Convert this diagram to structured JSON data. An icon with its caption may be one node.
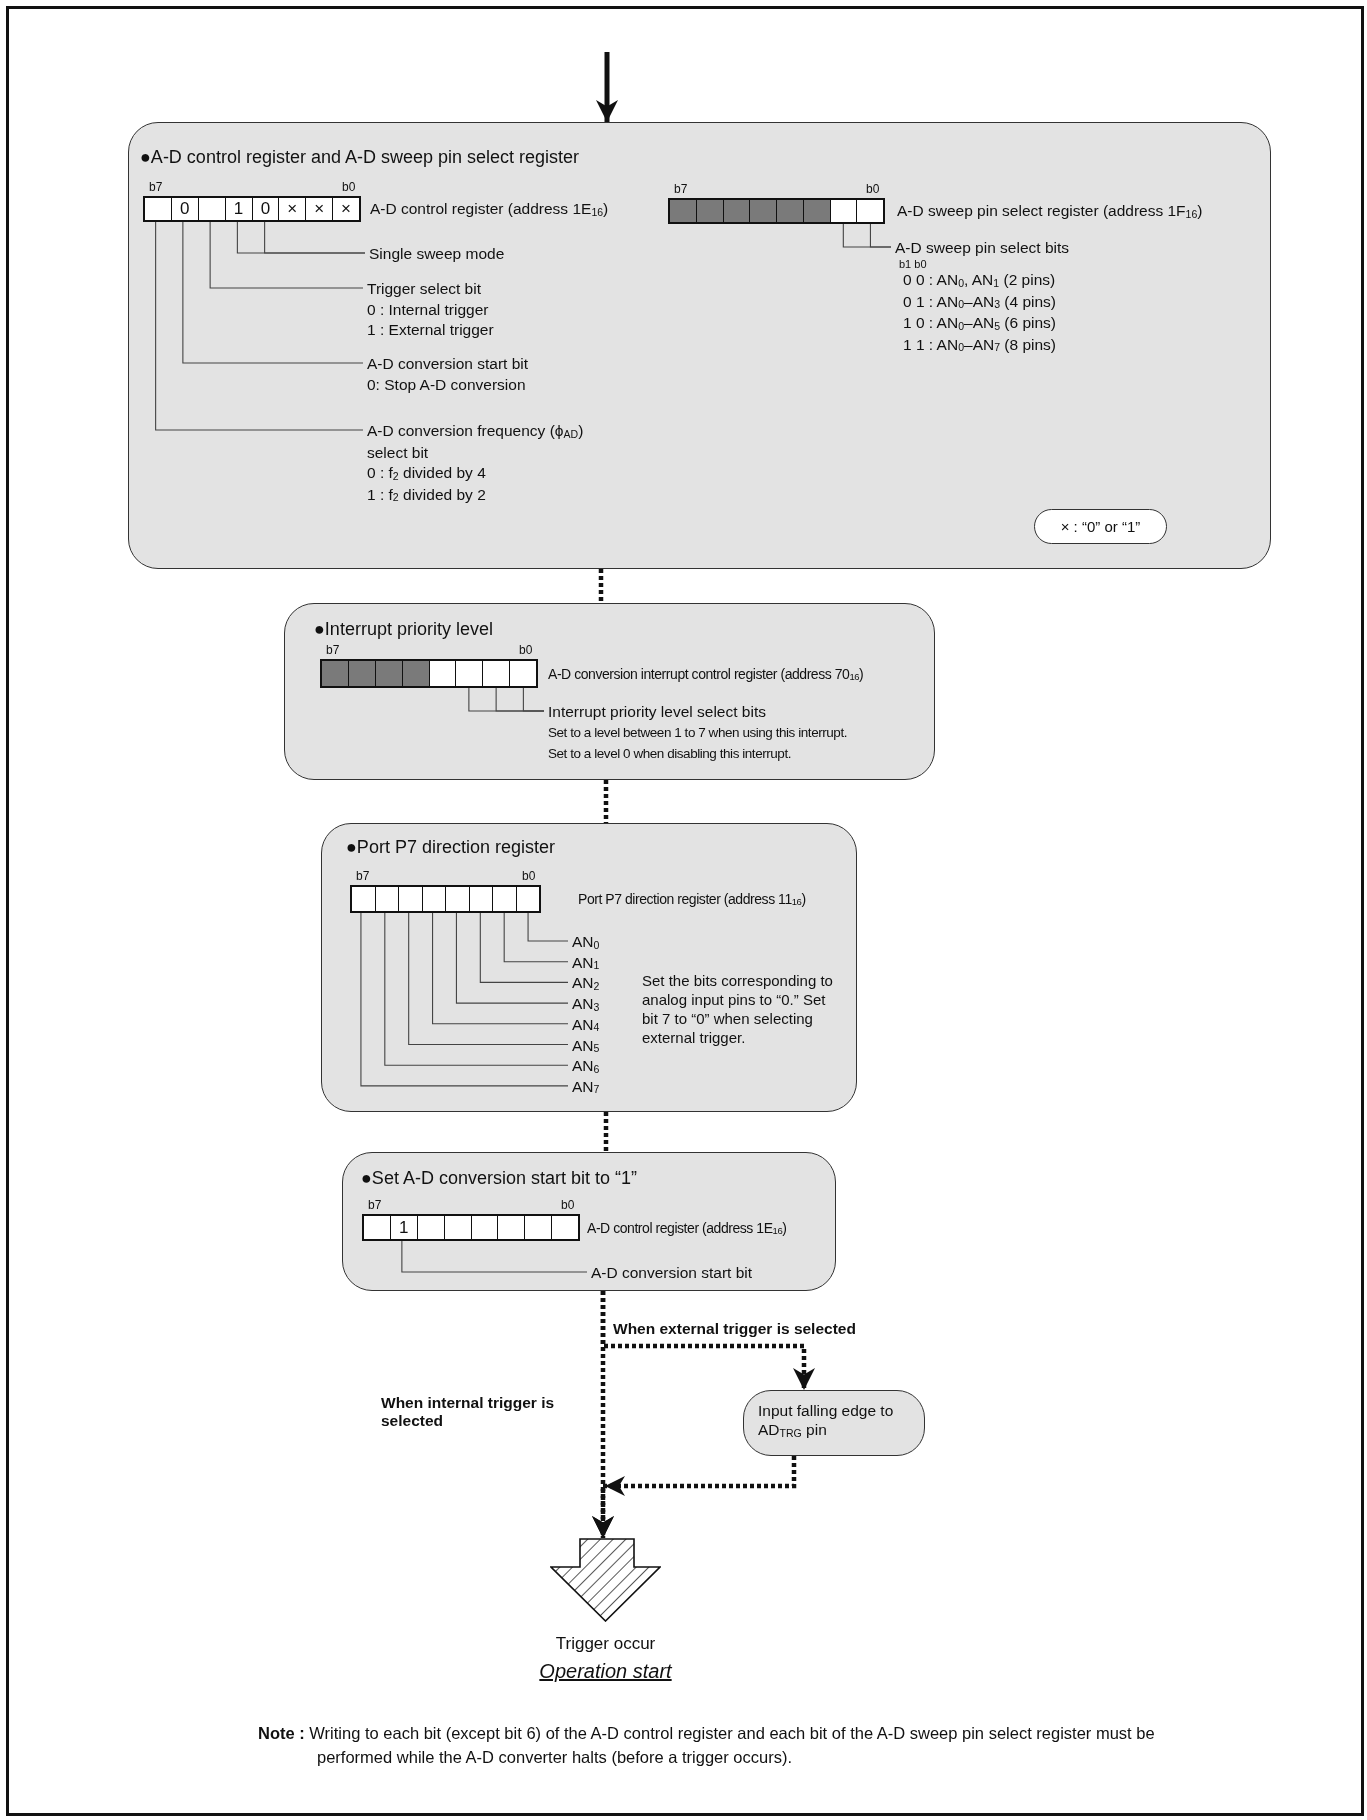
{
  "diagram": {
    "nodes": [
      {
        "text": [
          "●A-D control register and A-D sweep pin select register"
        ]
      },
      {
        "text": [],
        "shape": "bar",
        "in": 0,
        "beside": [
          "b7",
          "b0",
          "A-D control register (address 1E$_{16}$)"
        ]
      },
      {
        "text": [],
        "shape": "box",
        "in": 1
      },
      {
        "text": [
          "0"
        ],
        "in": 1
      },
      {
        "text": [],
        "shape": "box",
        "in": 1
      },
      {
        "text": [
          "1"
        ],
        "in": 1
      },
      {
        "text": [
          "0"
        ],
        "in": 1
      },
      {
        "text": [
          "×"
        ],
        "in": 1
      },
      {
        "text": [
          "×"
        ],
        "in": 1
      },
      {
        "text": [
          "×"
        ],
        "in": 1
      },
      {
        "text": [],
        "shape": "bar",
        "in": 0,
        "beside": [
          "b7",
          "b0",
          "A-D sweep pin select register (address 1F$_{16}$)"
        ]
      },
      {
        "text": [],
        "shape": "box",
        "in": 10
      },
      {
        "text": [],
        "shape": "box",
        "in": 10
      },
      {
        "text": [],
        "shape": "box",
        "in": 10
      },
      {
        "text": [],
        "shape": "box",
        "in": 10
      },
      {
        "text": [],
        "shape": "box",
        "in": 10
      },
      {
        "text": [],
        "shape": "box",
        "in": 10
      },
      {
        "text": [],
        "shape": "box",
        "in": 10
      },
      {
        "text": [],
        "shape": "box",
        "in": 10
      },
      {
        "text": [
          "Single sweep mode"
        ],
        "in": 0
      },
      {
        "text": [
          "Trigger select bit",
          "0 : Internal trigger",
          "1 : External trigger"
        ],
        "in": 0
      },
      {
        "text": [
          "A-D conversion start bit",
          "0: Stop A-D conversion"
        ],
        "in": 0
      },
      {
        "text": [
          "A-D conversion frequency (ϕ$_{AD}$) select bit",
          "0 : f$_{2}$ divided by 4",
          "1 : f$_{2}$ divided by 2"
        ],
        "in": 0
      },
      {
        "text": [
          "A-D sweep pin select bits",
          "b1 b0",
          "0  0 : AN$_{0}$, AN$_{1}$ (2 pins)",
          "0  1 : AN$_{0}$–AN$_{3}$ (4 pins)",
          "1  0 : AN$_{0}$–AN$_{5}$ (6 pins)",
          "1  1 : AN$_{0}$–AN$_{7}$ (8 pins)"
        ],
        "in": 0
      },
      {
        "text": [
          "× : “0” or “1”"
        ],
        "in": 0
      },
      {
        "text": [
          "●Interrupt priority level"
        ]
      },
      {
        "text": [],
        "shape": "bar",
        "in": 25,
        "beside": [
          "b7",
          "b0",
          "A-D conversion interrupt control register (address 70$_{16}$)"
        ]
      },
      {
        "text": [],
        "shape": "box",
        "in": 26
      },
      {
        "text": [],
        "shape": "box",
        "in": 26
      },
      {
        "text": [],
        "shape": "box",
        "in": 26
      },
      {
        "text": [],
        "shape": "box",
        "in": 26
      },
      {
        "text": [],
        "shape": "box",
        "in": 26
      },
      {
        "text": [],
        "shape": "box",
        "in": 26
      },
      {
        "text": [],
        "shape": "box",
        "in": 26
      },
      {
        "text": [],
        "shape": "box",
        "in": 26
      },
      {
        "text": [
          "Interrupt priority level select bits",
          "Set to a level between 1 to 7 when using this interrupt.",
          "Set to a level 0 when disabling this interrupt."
        ],
        "in": 25
      },
      {
        "text": [
          "●Port P7 direction register",
          "Set the bits corresponding to analog input pins to “0.” Set bit 7 to “0” when selecting external trigger."
        ]
      },
      {
        "text": [],
        "shape": "bar",
        "in": 36,
        "beside": [
          "b7",
          "b0",
          "Port P7 direction register (address 11$_{16}$)"
        ]
      },
      {
        "text": [],
        "shape": "box",
        "in": 37
      },
      {
        "text": [],
        "shape": "box",
        "in": 37
      },
      {
        "text": [],
        "shape": "box",
        "in": 37
      },
      {
        "text": [],
        "shape": "box",
        "in": 37
      },
      {
        "text": [],
        "shape": "box",
        "in": 37
      },
      {
        "text": [],
        "shape": "box",
        "in": 37
      },
      {
        "text": [],
        "shape": "box",
        "in": 37
      },
      {
        "text": [],
        "shape": "box",
        "in": 37
      },
      {
        "text": [
          "AN$_{0}$"
        ],
        "in": 36
      },
      {
        "text": [
          "AN$_{1}$"
        ],
        "in": 36
      },
      {
        "text": [
          "AN$_{2}$"
        ],
        "in": 36
      },
      {
        "text": [
          "AN$_{3}$"
        ],
        "in": 36
      },
      {
        "text": [
          "AN$_{4}$"
        ],
        "in": 36
      },
      {
        "text": [
          "AN$_{5}$"
        ],
        "in": 36
      },
      {
        "text": [
          "AN$_{6}$"
        ],
        "in": 36
      },
      {
        "text": [
          "AN$_{7}$"
        ],
        "in": 36
      },
      {
        "text": [
          "●Set A-D conversion start bit to “1”"
        ]
      },
      {
        "text": [],
        "shape": "bar",
        "in": 54,
        "beside": [
          "b7",
          "b0",
          "A-D control register (address 1E$_{16}$)"
        ]
      },
      {
        "text": [],
        "shape": "box",
        "in": 55
      },
      {
        "text": [
          "1"
        ],
        "in": 55
      },
      {
        "text": [],
        "shape": "box",
        "in": 55
      },
      {
        "text": [],
        "shape": "box",
        "in": 55
      },
      {
        "text": [],
        "shape": "box",
        "in": 55
      },
      {
        "text": [],
        "shape": "box",
        "in": 55
      },
      {
        "text": [],
        "shape": "box",
        "in": 55
      },
      {
        "text": [],
        "shape": "box",
        "in": 55
      },
      {
        "text": [
          "A-D conversion start bit"
        ],
        "in": 54
      },
      {
        "text": [
          "Input falling edge to AD$_{TRG}$ pin"
        ]
      },
      {
        "text": [],
        "shape": "arrow",
        "beside": [
          "Trigger occur",
          "Operation start"
        ]
      }
    ],
    "edges": [
      {
        "from": null,
        "to": 0,
        "arrow": "to",
        "style": "thick"
      },
      {
        "from": 0,
        "to": 25,
        "arrow": "none",
        "style": "dashed"
      },
      {
        "from": 25,
        "to": 36,
        "arrow": "none",
        "style": "dashed"
      },
      {
        "from": 36,
        "to": 54,
        "arrow": "none",
        "style": "dashed"
      },
      {
        "from": 54,
        "to": 65,
        "arrow": "to",
        "style": "dashed",
        "label": "When external trigger is selected"
      },
      {
        "from": 54,
        "to": 66,
        "arrow": "to",
        "style": "dashed",
        "label": "When internal trigger is selected"
      },
      {
        "from": 65,
        "to": 66,
        "arrow": "to",
        "style": "dashed"
      },
      {
        "from": 19,
        "to": 5,
        "arrow": "none"
      },
      {
        "from": 19,
        "to": 6,
        "arrow": "none"
      },
      {
        "from": 20,
        "to": 4,
        "arrow": "none"
      },
      {
        "from": 21,
        "to": 3,
        "arrow": "none"
      },
      {
        "from": 22,
        "to": 2,
        "arrow": "none"
      },
      {
        "from": 23,
        "to": 17,
        "arrow": "none"
      },
      {
        "from": 23,
        "to": 18,
        "arrow": "none"
      },
      {
        "from": 35,
        "to": 32,
        "arrow": "none"
      },
      {
        "from": 35,
        "to": 33,
        "arrow": "none"
      },
      {
        "from": 35,
        "to": 34,
        "arrow": "none"
      },
      {
        "from": 46,
        "to": 45,
        "arrow": "none"
      },
      {
        "from": 47,
        "to": 44,
        "arrow": "none"
      },
      {
        "from": 48,
        "to": 43,
        "arrow": "none"
      },
      {
        "from": 49,
        "to": 42,
        "arrow": "none"
      },
      {
        "from": 50,
        "to": 41,
        "arrow": "none"
      },
      {
        "from": 51,
        "to": 40,
        "arrow": "none"
      },
      {
        "from": 52,
        "to": 39,
        "arrow": "none"
      },
      {
        "from": 53,
        "to": 38,
        "arrow": "none"
      },
      {
        "from": 64,
        "to": 57,
        "arrow": "none"
      }
    ],
    "labels": [
      "**Note :** Writing to each bit (except bit 6) of the A-D control register and each bit of the A-D sweep pin select register must be performed while the A-D converter halts (before a trigger occurs)."
    ]
  }
}
